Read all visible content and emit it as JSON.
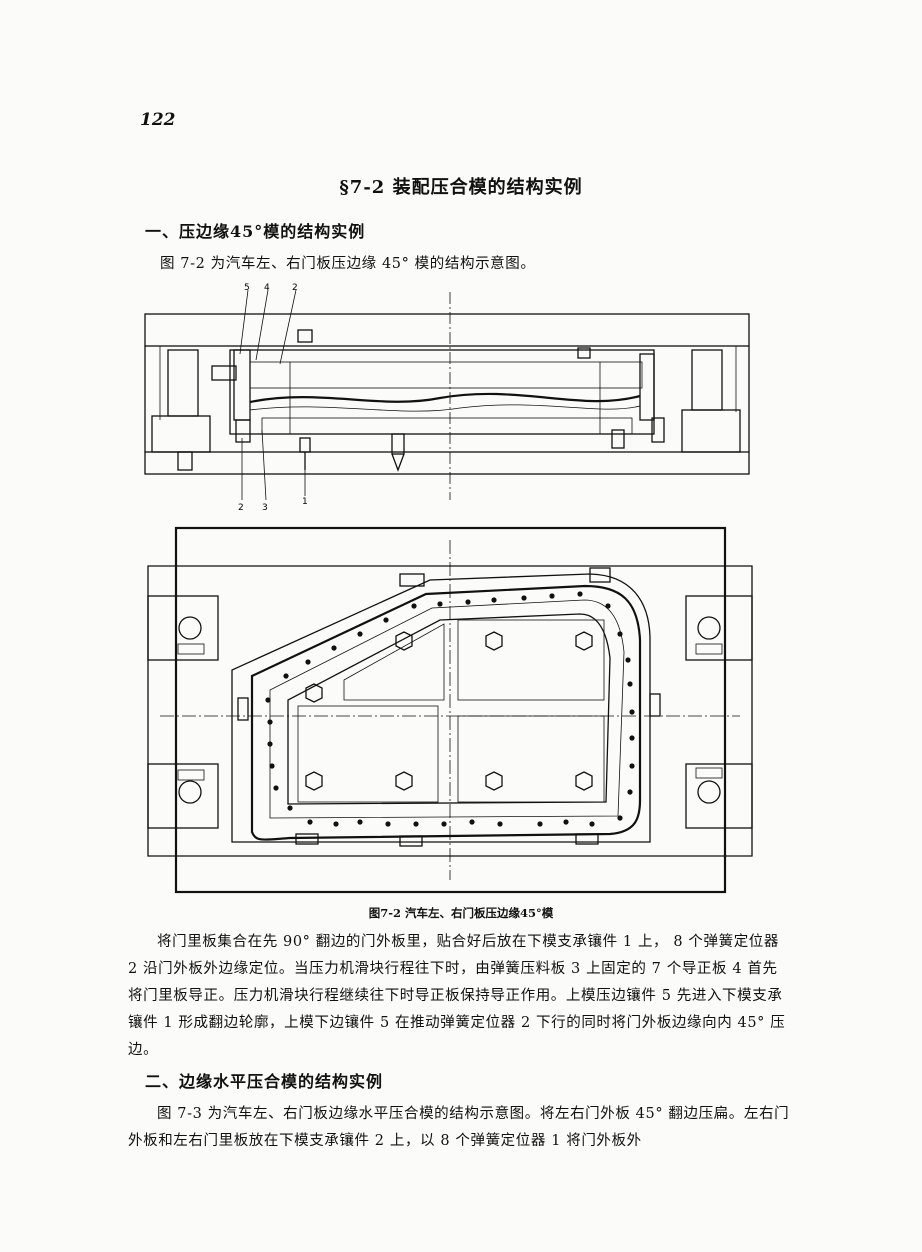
{
  "page": {
    "number": "122",
    "section_title": "§7-2  装配压合模的结构实例",
    "heading1": "一、压边缘45°模的结构实例",
    "intro": "图 7-2 为汽车左、右门板压边缘 45° 模的结构示意图。",
    "figure_caption": "图7-2  汽车左、右门板压边缘45°模",
    "body1": "将门里板集合在先 90° 翻边的门外板里，贴合好后放在下模支承镶件 1 上， 8 个弹簧定位器 2 沿门外板外边缘定位。当压力机滑块行程往下时，由弹簧压料板 3 上固定的 7 个导正板 4 首先将门里板导正。压力机滑块行程继续往下时导正板保持导正作用。上模压边镶件 5 先进入下模支承镶件 1 形成翻边轮廓，上模下边镶件 5 在推动弹簧定位器 2 下行的同时将门外板边缘向内 45° 压边。",
    "heading2": "二、边缘水平压合模的结构实例",
    "body2": "图 7-3 为汽车左、右门板边缘水平压合模的结构示意图。将左右门外板 45° 翻边压扁。左右门外板和左右门里板放在下模支承镶件 2 上，以 8 个弹簧定位器 1 将门外板外"
  },
  "figure": {
    "part_labels_top": [
      "5",
      "4",
      "2"
    ],
    "part_labels_bottom": [
      "2",
      "3",
      "1"
    ]
  }
}
